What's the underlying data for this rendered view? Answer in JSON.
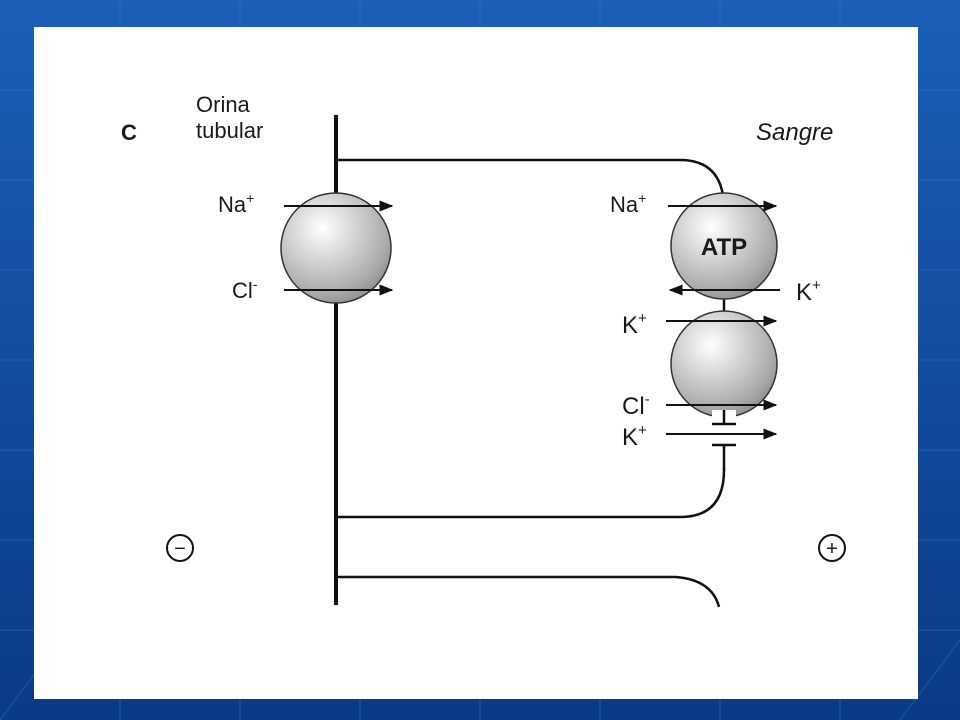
{
  "slide": {
    "background_color": "#0a3f8f",
    "panel_color": "#ffffff"
  },
  "diagram": {
    "panel_letter": "C",
    "left_side_label_line1": "Orina",
    "left_side_label_line2": "tubular",
    "right_side_label": "Sangre",
    "apical_ions": {
      "sodium": "Na",
      "sodium_charge": "+",
      "chloride": "Cl",
      "chloride_charge": "-"
    },
    "pump": {
      "label": "ATP",
      "sodium": "Na",
      "sodium_charge": "+",
      "potassium_out": "K",
      "potassium_out_charge": "+"
    },
    "cotransporter": {
      "potassium": "K",
      "potassium_charge": "+",
      "chloride": "Cl",
      "chloride_charge": "-"
    },
    "channel": {
      "potassium": "K",
      "potassium_charge": "+"
    },
    "polarity_left": "−",
    "polarity_right": "+",
    "icons": {
      "transporter": "sphere-transporter-icon",
      "channel": "ion-channel-icon",
      "arrow": "arrow-icon"
    }
  }
}
